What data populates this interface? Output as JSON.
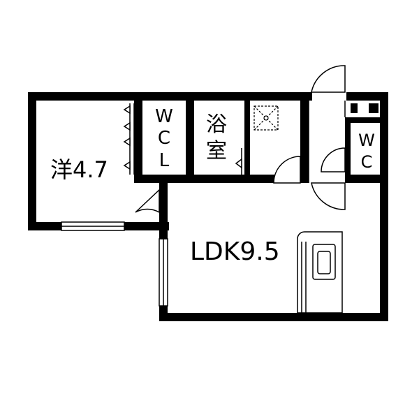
{
  "rooms": {
    "western_room": {
      "label": "洋4.7"
    },
    "walk_in_closet": {
      "label_chars": [
        "W",
        "C",
        "L"
      ]
    },
    "bathroom": {
      "label_chars": [
        "浴",
        "室"
      ]
    },
    "toilet": {
      "label_chars": [
        "W",
        "C"
      ]
    },
    "ldk": {
      "label": "LDK9.5"
    }
  },
  "colors": {
    "wall": "#000000",
    "background": "#ffffff",
    "fixture": "#000000"
  },
  "icons": [
    "door-swing-icon",
    "sliding-door-icon",
    "window-icon",
    "washer-pan-icon",
    "kitchen-sink-icon",
    "closet-door-marker-icon"
  ]
}
